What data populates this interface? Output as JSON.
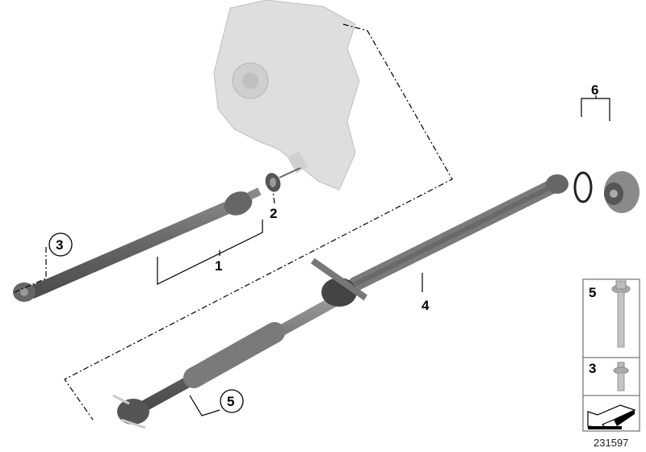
{
  "diagram": {
    "parts": [
      {
        "number": "1",
        "circled": false
      },
      {
        "number": "2",
        "circled": false
      },
      {
        "number": "3",
        "circled": true
      },
      {
        "number": "4",
        "circled": false
      },
      {
        "number": "5",
        "circled": true
      },
      {
        "number": "6",
        "circled": false
      }
    ],
    "legend": [
      {
        "number": "5",
        "icon": "flange-bolt-icon"
      },
      {
        "number": "3",
        "icon": "short-bolt-icon"
      },
      {
        "number": "",
        "icon": "direction-arrow-icon"
      }
    ],
    "image_number": "231597",
    "colors": {
      "part_fill": "#6e6e6e",
      "transfer_case": "#dcdcdc",
      "line": "#000000"
    }
  }
}
